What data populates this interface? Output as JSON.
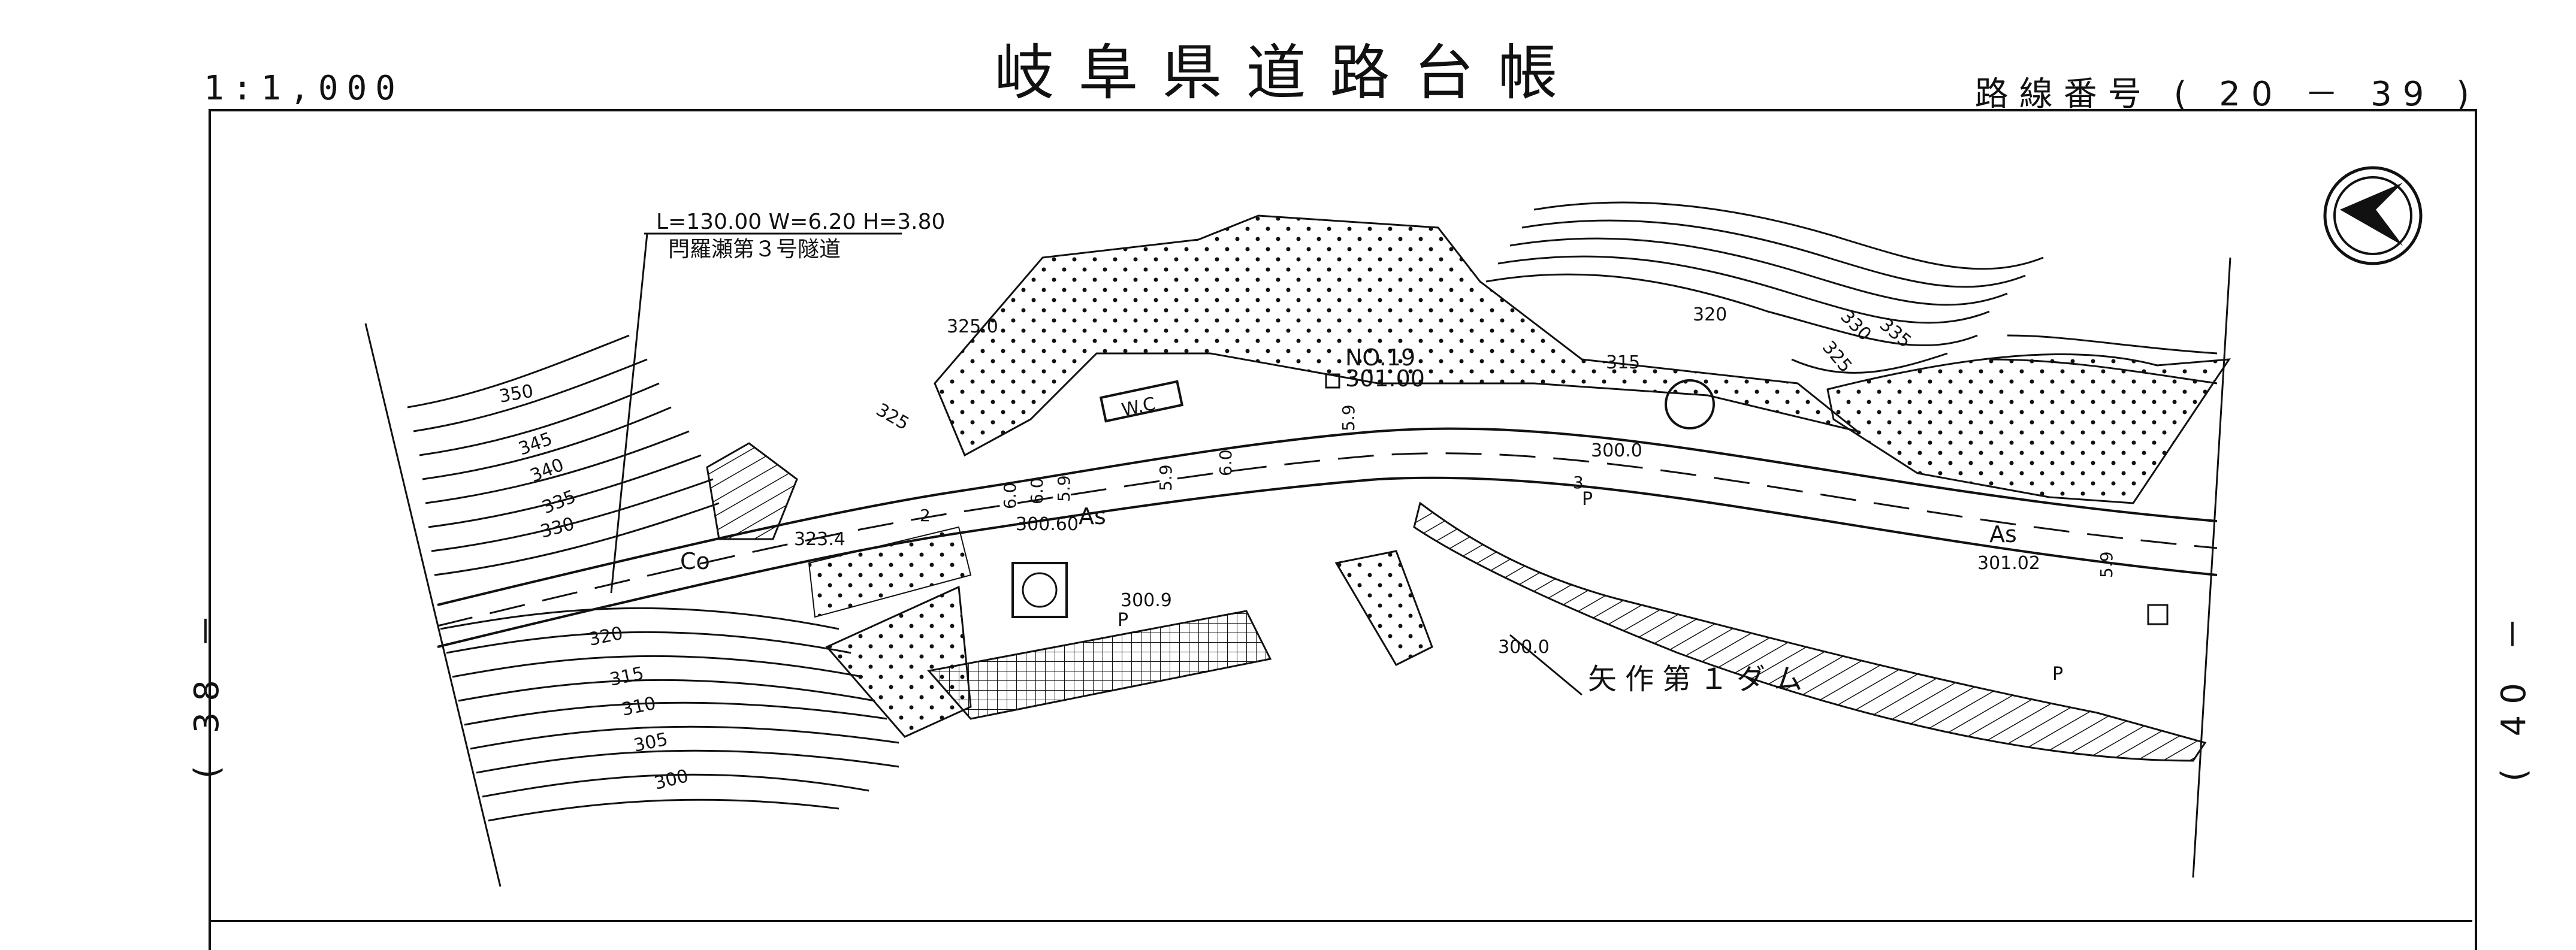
{
  "header": {
    "title": "岐阜県道路台帳",
    "scale": "1:1,000",
    "route_number": "路線番号 ( 20 － 39 )"
  },
  "sheet_refs": {
    "left": "( 38 －",
    "right": "( 40 －"
  },
  "tunnel": {
    "dimensions": "L=130.00 W=6.20 H=3.80",
    "name": "閂羅瀬第３号隧道"
  },
  "benchmark": {
    "id": "NO.19",
    "elevation": "301.00"
  },
  "dam_label": "矢作第１ダム",
  "facility_label": "W.C",
  "surface_labels": [
    "As",
    "As",
    "Co"
  ],
  "parking_labels": [
    "P",
    "P",
    "P"
  ],
  "contour_labels": [
    "350",
    "345",
    "340",
    "335",
    "330",
    "325",
    "320",
    "315",
    "310",
    "305",
    "300",
    "325",
    "320",
    "315",
    "330",
    "335",
    "325.0"
  ],
  "spot_heights": [
    "323.4",
    "300.60",
    "300.9",
    "300.0",
    "300.0",
    "301.02"
  ],
  "widths": [
    "2",
    "6.0",
    "6.0",
    "5.9",
    "5.9",
    "6.0",
    "5.9",
    "3",
    "5.9"
  ],
  "colors": {
    "ink": "#111111",
    "paper": "#ffffff"
  }
}
